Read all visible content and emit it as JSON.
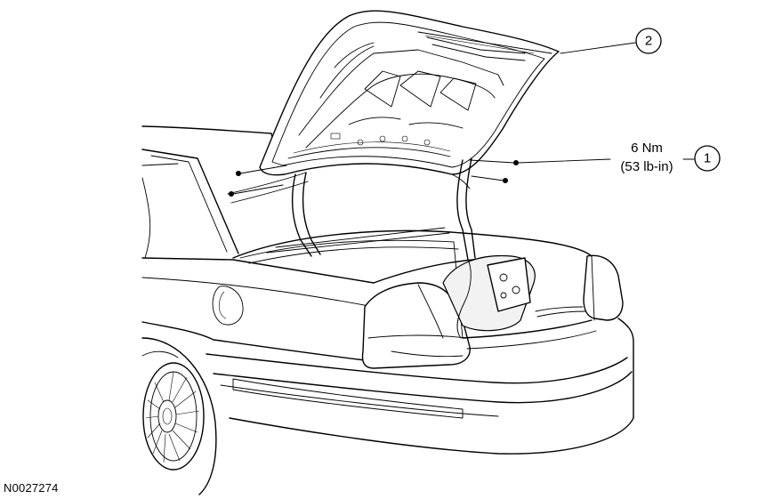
{
  "figure_id": "N0027274",
  "callouts": [
    {
      "number": "1",
      "label": "6 Nm",
      "label2": "(53 lb-in)"
    },
    {
      "number": "2"
    }
  ]
}
